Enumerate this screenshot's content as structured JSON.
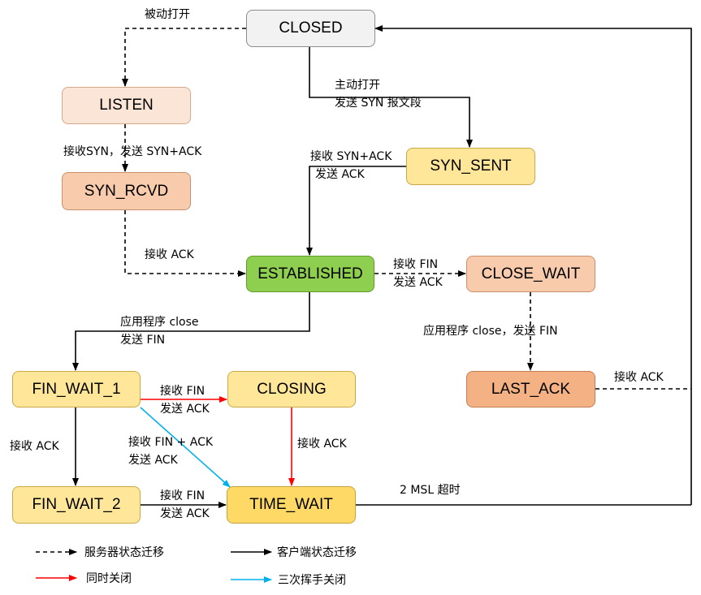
{
  "states": {
    "closed": "CLOSED",
    "listen": "LISTEN",
    "syn_rcvd": "SYN_RCVD",
    "syn_sent": "SYN_SENT",
    "established": "ESTABLISHED",
    "close_wait": "CLOSE_WAIT",
    "last_ack": "LAST_ACK",
    "fin_wait_1": "FIN_WAIT_1",
    "closing": "CLOSING",
    "fin_wait_2": "FIN_WAIT_2",
    "time_wait": "TIME_WAIT"
  },
  "labels": {
    "passive_open": "被动打开",
    "active_open_1": "主动打开",
    "active_open_2": "发送 SYN 报文段",
    "listen_to_rcvd": "接收SYN，发送 SYN+ACK",
    "synsent_est_1": "接收 SYN+ACK",
    "synsent_est_2": "发送  ACK",
    "rcvd_est": "接收 ACK",
    "est_closewait_1": "接收 FIN",
    "est_closewait_2": "发送 ACK",
    "est_finwait1_1": "应用程序 close",
    "est_finwait1_2": "发送 FIN",
    "closewait_lastack": "应用程序 close，发送 FIN",
    "lastack_closed": "接收 ACK",
    "finwait1_closing_1": "接收 FIN",
    "finwait1_closing_2": "发送 ACK",
    "finwait1_timewait_1": "接收 FIN + ACK",
    "finwait1_timewait_2": "发送 ACK",
    "finwait1_finwait2": "接收 ACK",
    "closing_timewait": "接收 ACK",
    "finwait2_timewait_1": "接收 FIN",
    "finwait2_timewait_2": "发送 ACK",
    "timewait_closed": "2 MSL 超时"
  },
  "legend": {
    "server": "服务器状态迁移",
    "client": "客户端状态迁移",
    "simultaneous": "同时关闭",
    "three_way": "三次挥手关闭"
  },
  "colors": {
    "client_line": "#000000",
    "server_line": "#000000",
    "simultaneous_line": "#ff0000",
    "three_way_line": "#00b0f0"
  }
}
